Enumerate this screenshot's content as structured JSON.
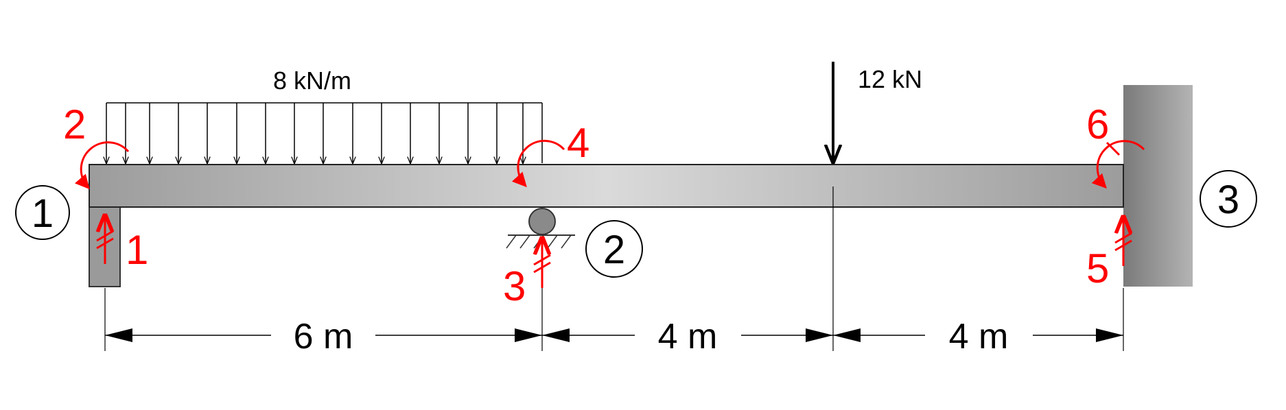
{
  "loads": {
    "distributed_label": "8 kN/m",
    "point_label": "12 kN"
  },
  "dimensions": {
    "span1": "6 m",
    "span2": "4 m",
    "span3": "4 m"
  },
  "nodes": [
    "1",
    "2",
    "3"
  ],
  "dofs": [
    "1",
    "2",
    "3",
    "4",
    "5",
    "6"
  ],
  "colors": {
    "dof": "#ff0000",
    "beam_light": "#d8d8d8",
    "beam_dark": "#9a9a9a",
    "wall": "#8c8c8c",
    "ink": "#000000"
  }
}
